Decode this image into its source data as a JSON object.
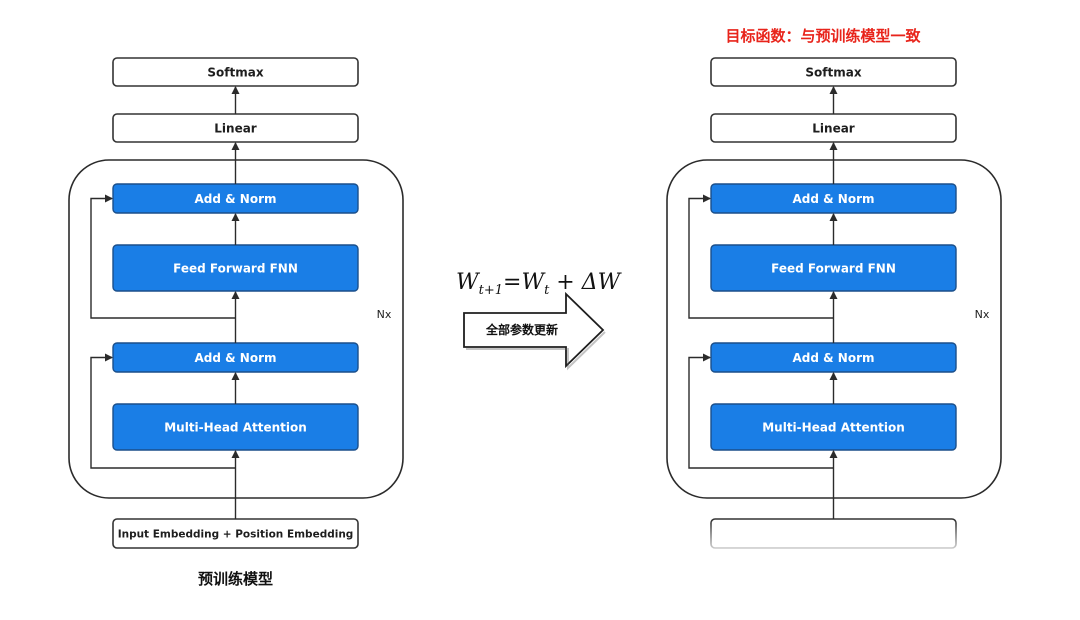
{
  "left_model": {
    "softmax": "Softmax",
    "linear": "Linear",
    "add_norm_top": "Add & Norm",
    "feed_forward": "Feed Forward FNN",
    "add_norm_bottom": "Add & Norm",
    "attention": "Multi-Head Attention",
    "repeat_label": "Nx",
    "input": "Input Embedding + Position Embedding",
    "caption": "预训练模型"
  },
  "right_model": {
    "objective": "目标函数：与预训练模型一致",
    "softmax": "Softmax",
    "linear": "Linear",
    "add_norm_top": "Add & Norm",
    "feed_forward": "Feed Forward FNN",
    "add_norm_bottom": "Add & Norm",
    "attention": "Multi-Head Attention",
    "repeat_label": "Nx"
  },
  "middle": {
    "formula": {
      "lhs_var": "W",
      "lhs_sub": "t+1",
      "equals": "=",
      "rhs_var": "W",
      "rhs_sub": "t",
      "rhs_plus": " + ΔW"
    },
    "arrow_label": "全部参数更新"
  },
  "colors": {
    "block_blue": "#1a7ee6",
    "objective_red": "#e8241b"
  }
}
